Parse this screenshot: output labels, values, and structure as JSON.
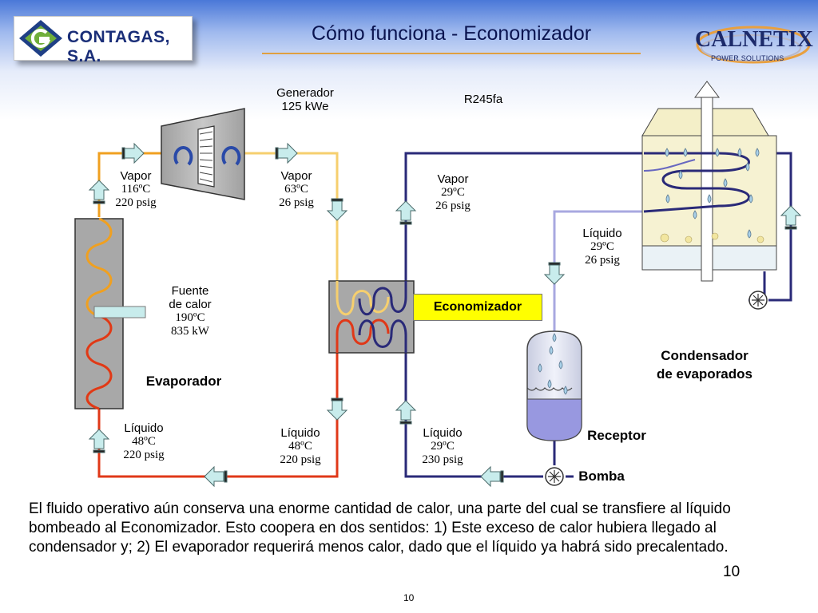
{
  "header": {
    "title": "Cómo funciona - Economizador",
    "logo_left_text": "CONTAGAS, S.A.",
    "logo_right_text": "CALNETIX",
    "logo_right_sub": "POWER SOLUTIONS"
  },
  "diagram": {
    "refrigerant": "R245fa",
    "generator": {
      "line1": "Generador",
      "line2": "125 kWe"
    },
    "heat_source": {
      "line1": "Fuente",
      "line2": "de calor",
      "line3": "190ºC",
      "line4": "835 kW"
    },
    "vapor_evap_out": {
      "name": "Vapor",
      "temp": "116ºC",
      "pressure": "220 psig"
    },
    "vapor_turbine_out": {
      "name": "Vapor",
      "temp": "63ºC",
      "pressure": "26 psig"
    },
    "vapor_econ_out": {
      "name": "Vapor",
      "temp": "29ºC",
      "pressure": "26 psig"
    },
    "liquid_cond_out": {
      "name": "Líquido",
      "temp": "29ºC",
      "pressure": "26 psig"
    },
    "liquid_evap_in": {
      "name": "Líquido",
      "temp": "48ºC",
      "pressure": "220 psig"
    },
    "liquid_econ_out": {
      "name": "Líquido",
      "temp": "48ºC",
      "pressure": "220 psig"
    },
    "liquid_pump_out": {
      "name": "Líquido",
      "temp": "29ºC",
      "pressure": "230 psig"
    },
    "evaporator": "Evaporador",
    "economizer": "Economizador",
    "condenser": {
      "line1": "Condensador",
      "line2": "de evaporados"
    },
    "receiver": "Receptor",
    "pump": "Bomba",
    "colors": {
      "hot_orange": "#f0a020",
      "hot_red": "#e03818",
      "warm_yellow": "#f6cf6e",
      "cold_navy": "#2a2a78",
      "light_purple": "#a8a8e0",
      "arrow_fill": "#c8ecec"
    }
  },
  "body": {
    "paragraph": "El fluido operativo aún conserva una enorme cantidad de calor, una parte del cual se transfiere al líquido bombeado al Economizador. Esto coopera en dos sentidos: 1) Este exceso de calor hubiera llegado al condensador y; 2) El evaporador requerirá menos calor, dado que el líquido ya habrá sido precalentado.",
    "page_number": "10",
    "footer_number": "10"
  }
}
